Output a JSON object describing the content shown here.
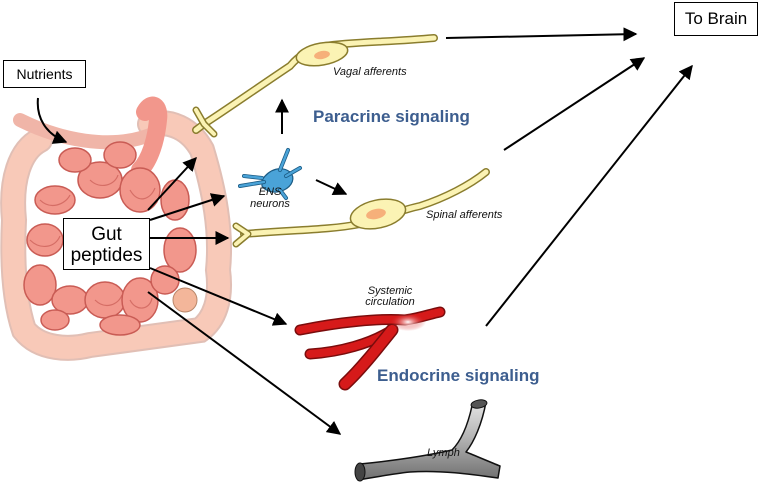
{
  "boxes": {
    "to_brain": "To Brain",
    "nutrients": "Nutrients",
    "gut_peptides_line1": "Gut",
    "gut_peptides_line2": "peptides"
  },
  "labels": {
    "vagal_afferents": "Vagal afferents",
    "spinal_afferents": "Spinal afferents",
    "ens_line1": "ENS",
    "ens_line2": "neurons",
    "systemic_line1": "Systemic",
    "systemic_line2": "circulation",
    "lymph": "Lymph"
  },
  "headings": {
    "paracrine": "Paracrine signaling",
    "endocrine": "Endocrine signaling"
  },
  "colors": {
    "heading": "#3d5e8f",
    "intestine": "#f2978c",
    "intestine_outline": "#c95c55",
    "colon": "#f8c9b8",
    "neuron_fill": "#fbf3b4",
    "neuron_outline": "#8a7d2e",
    "soma_nucleus": "#f6b07a",
    "ens_neuron": "#4aa3d8",
    "blood_vessel": "#d61a1a",
    "lymph_vessel": "#9a9a9a"
  },
  "icons": [
    "intestine-illustration",
    "vagal-afferent-neuron",
    "spinal-afferent-neuron",
    "ens-neuron",
    "blood-vessel",
    "lymph-vessel"
  ]
}
